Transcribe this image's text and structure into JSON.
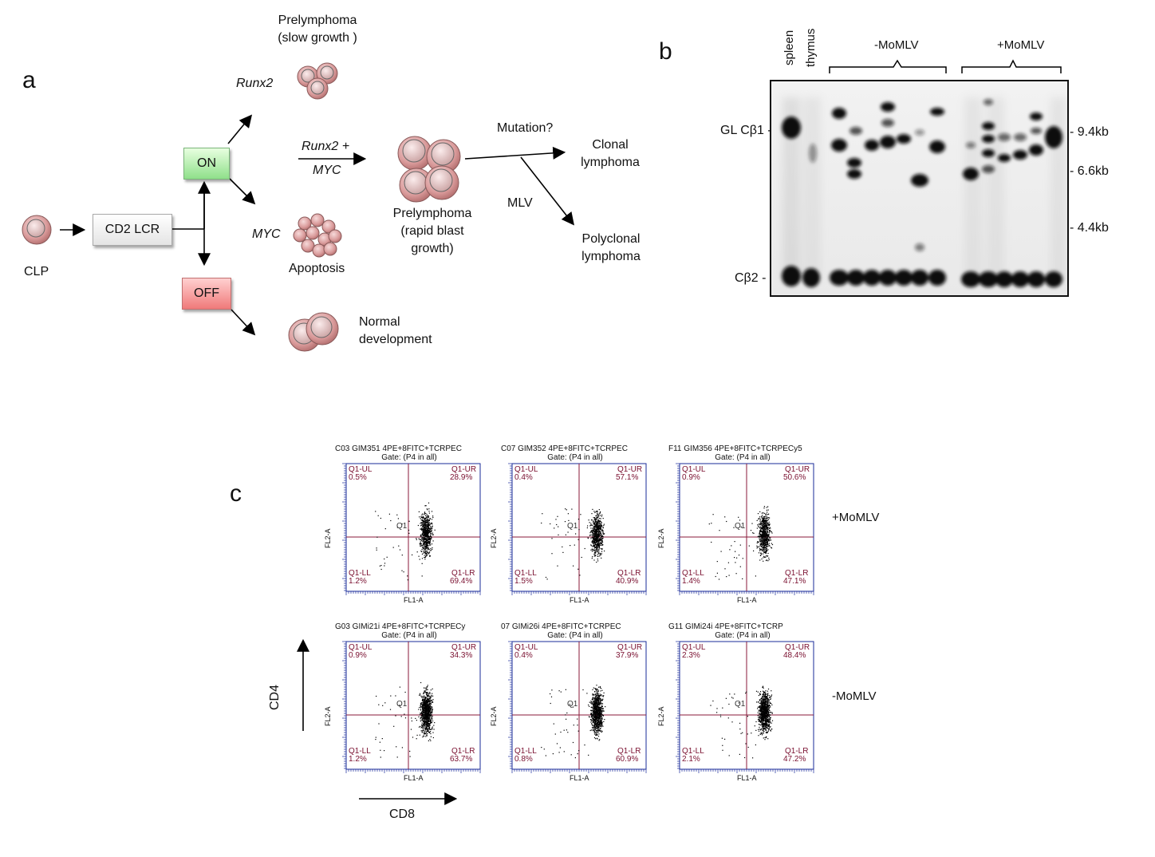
{
  "panel_a": {
    "letter": "a",
    "clp": "CLP",
    "lcr_box": "CD2 LCR",
    "on_box": "ON",
    "off_box": "OFF",
    "runx2_label": "Runx2",
    "myc_label": "MYC",
    "prelymphoma_slow_1": "Prelymphoma",
    "prelymphoma_slow_2": "(slow growth )",
    "apoptosis": "Apoptosis",
    "normal_1": "Normal",
    "normal_2": "development",
    "arrow_top": "Runx2 +",
    "arrow_bottom": "MYC",
    "prelymphoma_rapid_1": "Prelymphoma",
    "prelymphoma_rapid_2": "(rapid blast",
    "prelymphoma_rapid_3": "growth)",
    "mutation": "Mutation?",
    "mlv": "MLV",
    "clonal_1": "Clonal",
    "clonal_2": "lymphoma",
    "polyclonal_1": "Polyclonal",
    "polyclonal_2": "lymphoma"
  },
  "panel_b": {
    "letter": "b",
    "lane_spleen": "spleen",
    "lane_thymus": "thymus",
    "group_minus": "-MoMLV",
    "group_plus": "+MoMLV",
    "left_gl": "GL Cβ1 -",
    "left_cb2": "Cβ2 -",
    "m1": "- 9.4kb",
    "m2": "- 6.6kb",
    "m3": "- 4.4kb"
  },
  "panel_c": {
    "letter": "c",
    "y_axis": "CD4",
    "x_axis": "CD8",
    "row_plus": "+MoMLV",
    "row_minus": "-MoMLV",
    "gate": "Gate: (P4 in all)",
    "ul": "Q1-UL",
    "ur": "Q1-UR",
    "ll": "Q1-LL",
    "lr": "Q1-LR",
    "q1": "Q1",
    "ylab": "FL2-A",
    "xlab": "FL1-A",
    "plots": [
      {
        "title": "C03 GIM351 4PE+8FITC+TCRPEC",
        "ul": "0.5%",
        "ur": "28.9%",
        "ll": "1.2%",
        "lr": "69.4%"
      },
      {
        "title": "C07 GIM352 4PE+8FITC+TCRPEC",
        "ul": "0.4%",
        "ur": "57.1%",
        "ll": "1.5%",
        "lr": "40.9%"
      },
      {
        "title": "F11 GIM356 4PE+8FITC+TCRPECy5",
        "ul": "0.9%",
        "ur": "50.6%",
        "ll": "1.4%",
        "lr": "47.1%"
      },
      {
        "title": "G03 GIMi21i 4PE+8FITC+TCRPECy",
        "ul": "0.9%",
        "ur": "34.3%",
        "ll": "1.2%",
        "lr": "63.7%"
      },
      {
        "title": "07 GIMi26i 4PE+8FITC+TCRPEC",
        "ul": "0.4%",
        "ur": "37.9%",
        "ll": "0.8%",
        "lr": "60.9%"
      },
      {
        "title": "G11 GIMi24i 4PE+8FITC+TCRP",
        "ul": "2.3%",
        "ur": "48.4%",
        "ll": "2.1%",
        "lr": "47.2%"
      }
    ]
  }
}
